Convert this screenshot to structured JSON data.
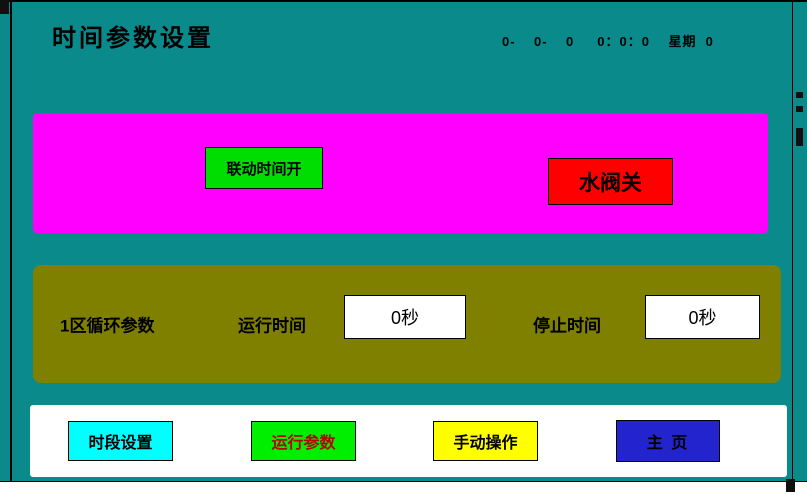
{
  "header": {
    "title": "时间参数设置",
    "datetime": "0-    0-    0     0：0：0    星期  0"
  },
  "status_panel": {
    "linkage_button": "联动时间开",
    "valve_button": "水阀关"
  },
  "cycle_panel": {
    "section_label": "1区循环参数",
    "run_time_label": "运行时间",
    "run_time_value": "0秒",
    "stop_time_label": "停止时间",
    "stop_time_value": "0秒"
  },
  "nav": {
    "period_button": "时段设置",
    "run_params_button": "运行参数",
    "manual_button": "手动操作",
    "home_button": "主 页"
  },
  "colors": {
    "screen_bg": "#0a8a8a",
    "status_panel_bg": "#ff00ff",
    "cycle_panel_bg": "#808000",
    "linkage_button_bg": "#00dd00",
    "valve_button_bg": "#ff0000",
    "period_button_bg": "#00ffff",
    "run_params_button_bg": "#00ee00",
    "run_params_button_text": "#bb0000",
    "manual_button_bg": "#ffff00",
    "home_button_bg": "#2424cf",
    "value_box_bg": "#ffffff"
  }
}
